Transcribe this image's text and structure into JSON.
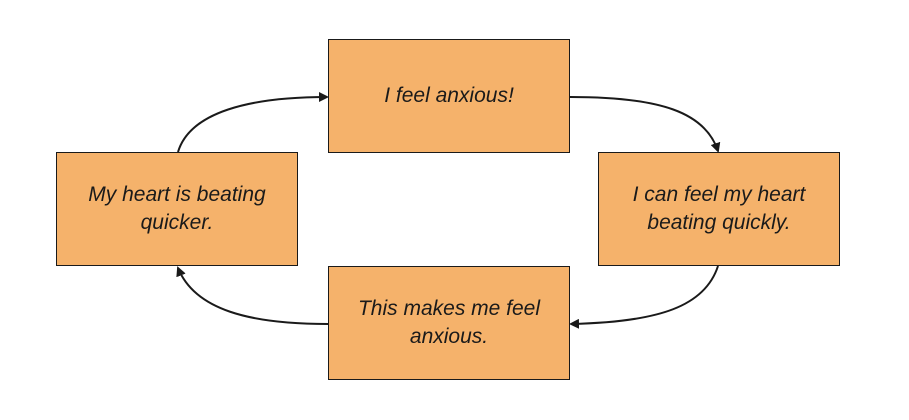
{
  "diagram": {
    "type": "cycle",
    "steps": [
      {
        "id": "top",
        "text": "I feel anxious!"
      },
      {
        "id": "right",
        "text": "I can feel my heart beating quickly."
      },
      {
        "id": "bottom",
        "text": "This makes me feel anxious."
      },
      {
        "id": "left",
        "text": "My heart is beating quicker."
      }
    ],
    "edges": [
      {
        "from": "top",
        "to": "right"
      },
      {
        "from": "right",
        "to": "bottom"
      },
      {
        "from": "bottom",
        "to": "left"
      },
      {
        "from": "left",
        "to": "top"
      }
    ],
    "colors": {
      "box_fill": "#f5b26b",
      "box_border": "#1a1a1a",
      "arrow": "#1a1a1a"
    }
  }
}
